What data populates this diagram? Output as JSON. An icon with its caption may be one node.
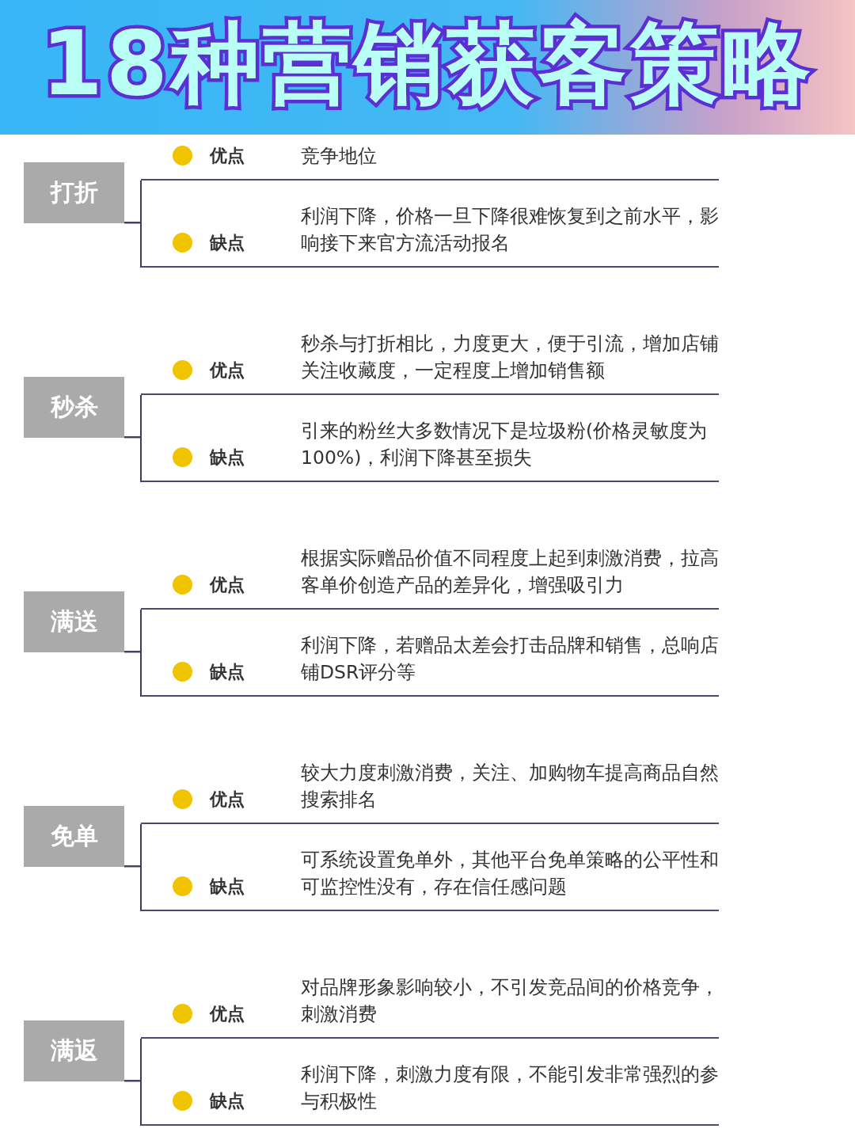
{
  "diagram": {
    "title": "18种营销获客策略",
    "nodes": [
      {
        "text": [
          "打折"
        ]
      },
      {
        "text": [
          "优点",
          "竞争地位"
        ]
      },
      {
        "text": [
          "缺点",
          "利润下降，价格一旦下降很难恢复到之前水平，影响接下来官方流活动报名"
        ]
      },
      {
        "text": [
          "秒杀"
        ]
      },
      {
        "text": [
          "优点",
          "秒杀与打折相比，力度更大，便于引流，增加店铺关注收藏度，一定程度上增加销售额"
        ]
      },
      {
        "text": [
          "缺点",
          "引来的粉丝大多数情况下是垃圾粉(价格灵敏度为100%)，利润下降甚至损失"
        ]
      },
      {
        "text": [
          "满送"
        ]
      },
      {
        "text": [
          "优点",
          "根据实际赠品价值不同程度上起到刺激消费，拉高客单价创造产品的差异化，增强吸引力"
        ]
      },
      {
        "text": [
          "缺点",
          "利润下降，若赠品太差会打击品牌和销售，总响店铺DSR评分等"
        ]
      },
      {
        "text": [
          "免单"
        ]
      },
      {
        "text": [
          "优点",
          "较大力度刺激消费，关注、加购物车提高商品自然搜索排名"
        ]
      },
      {
        "text": [
          "缺点",
          "可系统设置免单外，其他平台免单策略的公平性和可监控性没有，存在信任感问题"
        ]
      },
      {
        "text": [
          "满返"
        ]
      },
      {
        "text": [
          "优点",
          "对品牌形象影响较小，不引发竞品间的价格竞争，刺激消费"
        ]
      },
      {
        "text": [
          "缺点",
          "利润下降，刺激力度有限，不能引发非常强烈的参与积极性"
        ]
      }
    ],
    "edges": [
      {
        "from": 0,
        "to": 1,
        "arrow": "none"
      },
      {
        "from": 0,
        "to": 2,
        "arrow": "none"
      },
      {
        "from": 3,
        "to": 4,
        "arrow": "none"
      },
      {
        "from": 3,
        "to": 5,
        "arrow": "none"
      },
      {
        "from": 6,
        "to": 7,
        "arrow": "none"
      },
      {
        "from": 6,
        "to": 8,
        "arrow": "none"
      },
      {
        "from": 9,
        "to": 10,
        "arrow": "none"
      },
      {
        "from": 9,
        "to": 11,
        "arrow": "none"
      },
      {
        "from": 12,
        "to": 13,
        "arrow": "none"
      },
      {
        "from": 12,
        "to": 14,
        "arrow": "none"
      }
    ]
  }
}
